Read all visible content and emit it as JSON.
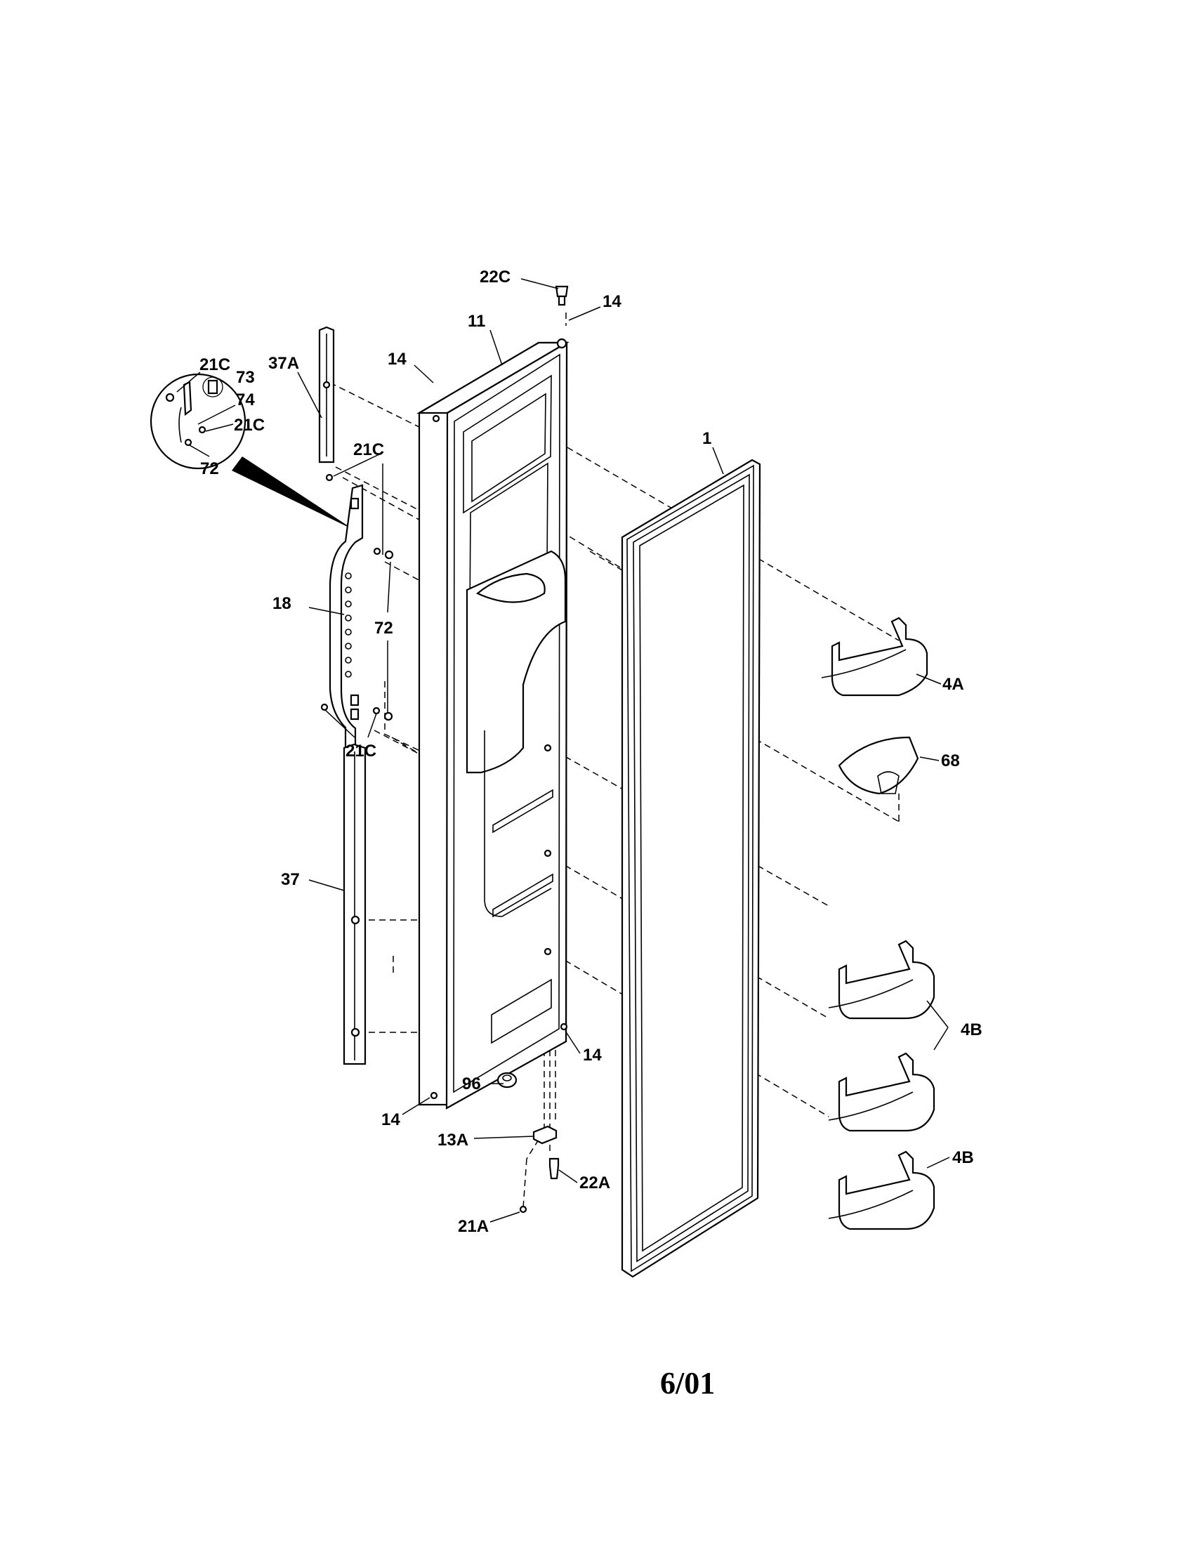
{
  "diagram": {
    "labels": {
      "p22C_top": "22C",
      "p14_top_right": "14",
      "p11": "11",
      "p14_top_left": "14",
      "p37A": "37A",
      "inset_21C_a": "21C",
      "inset_73": "73",
      "inset_74": "74",
      "inset_21C_b": "21C",
      "inset_72": "72",
      "p21C_upper": "21C",
      "p1": "1",
      "p18": "18",
      "p72": "72",
      "p21C_lower": "21C",
      "p4A": "4A",
      "p68": "68",
      "p37": "37",
      "p4B_a": "4B",
      "p4B_b": "4B",
      "p14_bottom_right": "14",
      "p96": "96",
      "p14_bottom_left": "14",
      "p13A": "13A",
      "p22A": "22A",
      "p21A": "21A"
    },
    "date_code": "6/01"
  }
}
